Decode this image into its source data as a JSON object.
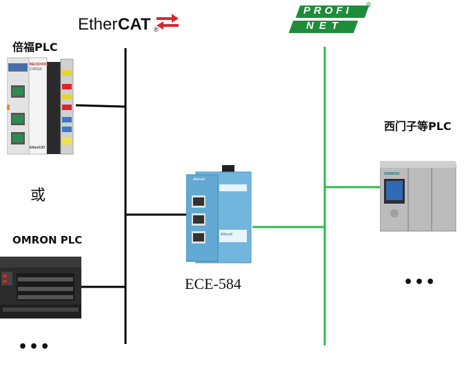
{
  "logos": {
    "ethercat": {
      "prefix": "Ether",
      "suffix": "CAT",
      "mark": "®"
    },
    "profinet": {
      "top": "PROFI",
      "bottom": "NET",
      "mark": "®"
    }
  },
  "devices": {
    "beckhoff": {
      "label": "倍福PLC",
      "brand": "BECKHOFF",
      "model": "CX8110",
      "badge": "EtherCAT"
    },
    "or_text": "或",
    "omron": {
      "label": "OMRON PLC"
    },
    "left_more": "•••",
    "gateway": {
      "label": "ECE-584",
      "brand": "Abloodr",
      "brand2": "Abloodr"
    },
    "siemens": {
      "label": "西门子等PLC",
      "brand": "SIEMENS"
    },
    "right_more": "•••"
  },
  "colors": {
    "ethercat_line": "#000000",
    "profinet_line": "#2db84a",
    "profinet_green": "#1e8c3a",
    "ethercat_red": "#d9262c",
    "gateway_blue": "#62a9d3"
  }
}
